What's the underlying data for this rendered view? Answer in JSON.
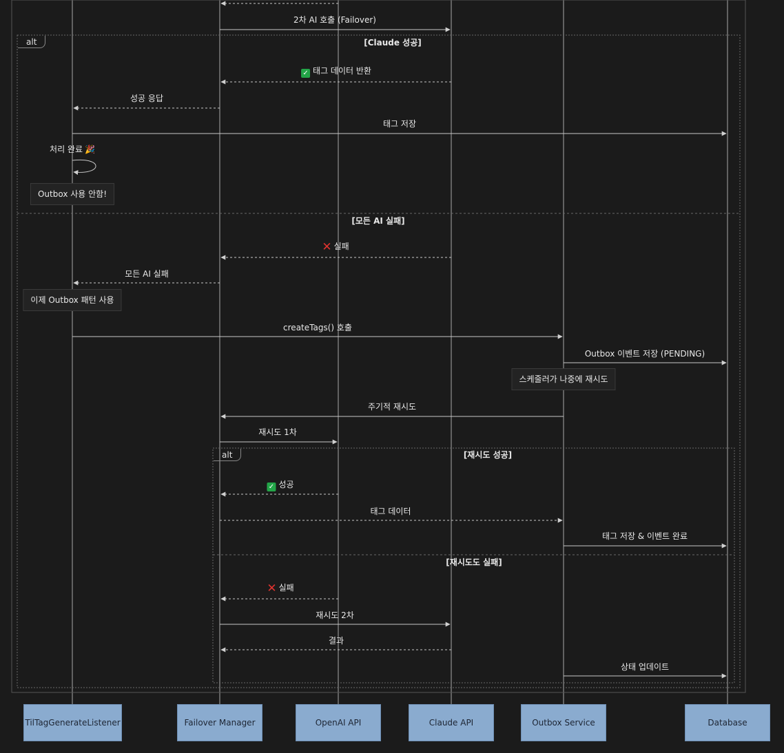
{
  "actors": [
    {
      "id": "listener",
      "label": "TilTagGenerateListener"
    },
    {
      "id": "failover",
      "label": "Failover Manager"
    },
    {
      "id": "openai",
      "label": "OpenAI API"
    },
    {
      "id": "claude",
      "label": "Claude API"
    },
    {
      "id": "outbox",
      "label": "Outbox Service"
    },
    {
      "id": "db",
      "label": "Database"
    }
  ],
  "alt_label": "alt",
  "conditions": {
    "claude_success": "[Claude 성공]",
    "all_ai_fail": "[모든 AI 실패]",
    "retry_success": "[재시도 성공]",
    "retry_fail": "[재시도도 실패]"
  },
  "messages": {
    "m1": "2차 AI 호출 (Failover)",
    "m2": "태그 데이터 반환",
    "m3": "성공 응답",
    "m4": "태그 저장",
    "m5": "처리 완료",
    "m6": "실패",
    "m7": "모든 AI 실패",
    "m8": "createTags() 호출",
    "m9": "Outbox 이벤트 저장 (PENDING)",
    "m10": "주기적 재시도",
    "m11": "재시도 1차",
    "m12": "성공",
    "m13": "태그 데이터",
    "m14": "태그 저장 & 이벤트 완료",
    "m15": "실패",
    "m16": "재시도 2차",
    "m17": "결과",
    "m18": "상태 업데이트"
  },
  "notes": {
    "n1": "Outbox 사용 안함!",
    "n2": "이제 Outbox 패턴 사용",
    "n3": "스케줄러가 나중에 재시도"
  },
  "icons": {
    "check": "✓",
    "cross": "✕",
    "party": "🎉"
  },
  "colors": {
    "background": "#1b1b1b",
    "actor_fill": "#8aabcf",
    "line": "#c8c8c8",
    "check": "#23a548",
    "cross": "#e0332f"
  }
}
